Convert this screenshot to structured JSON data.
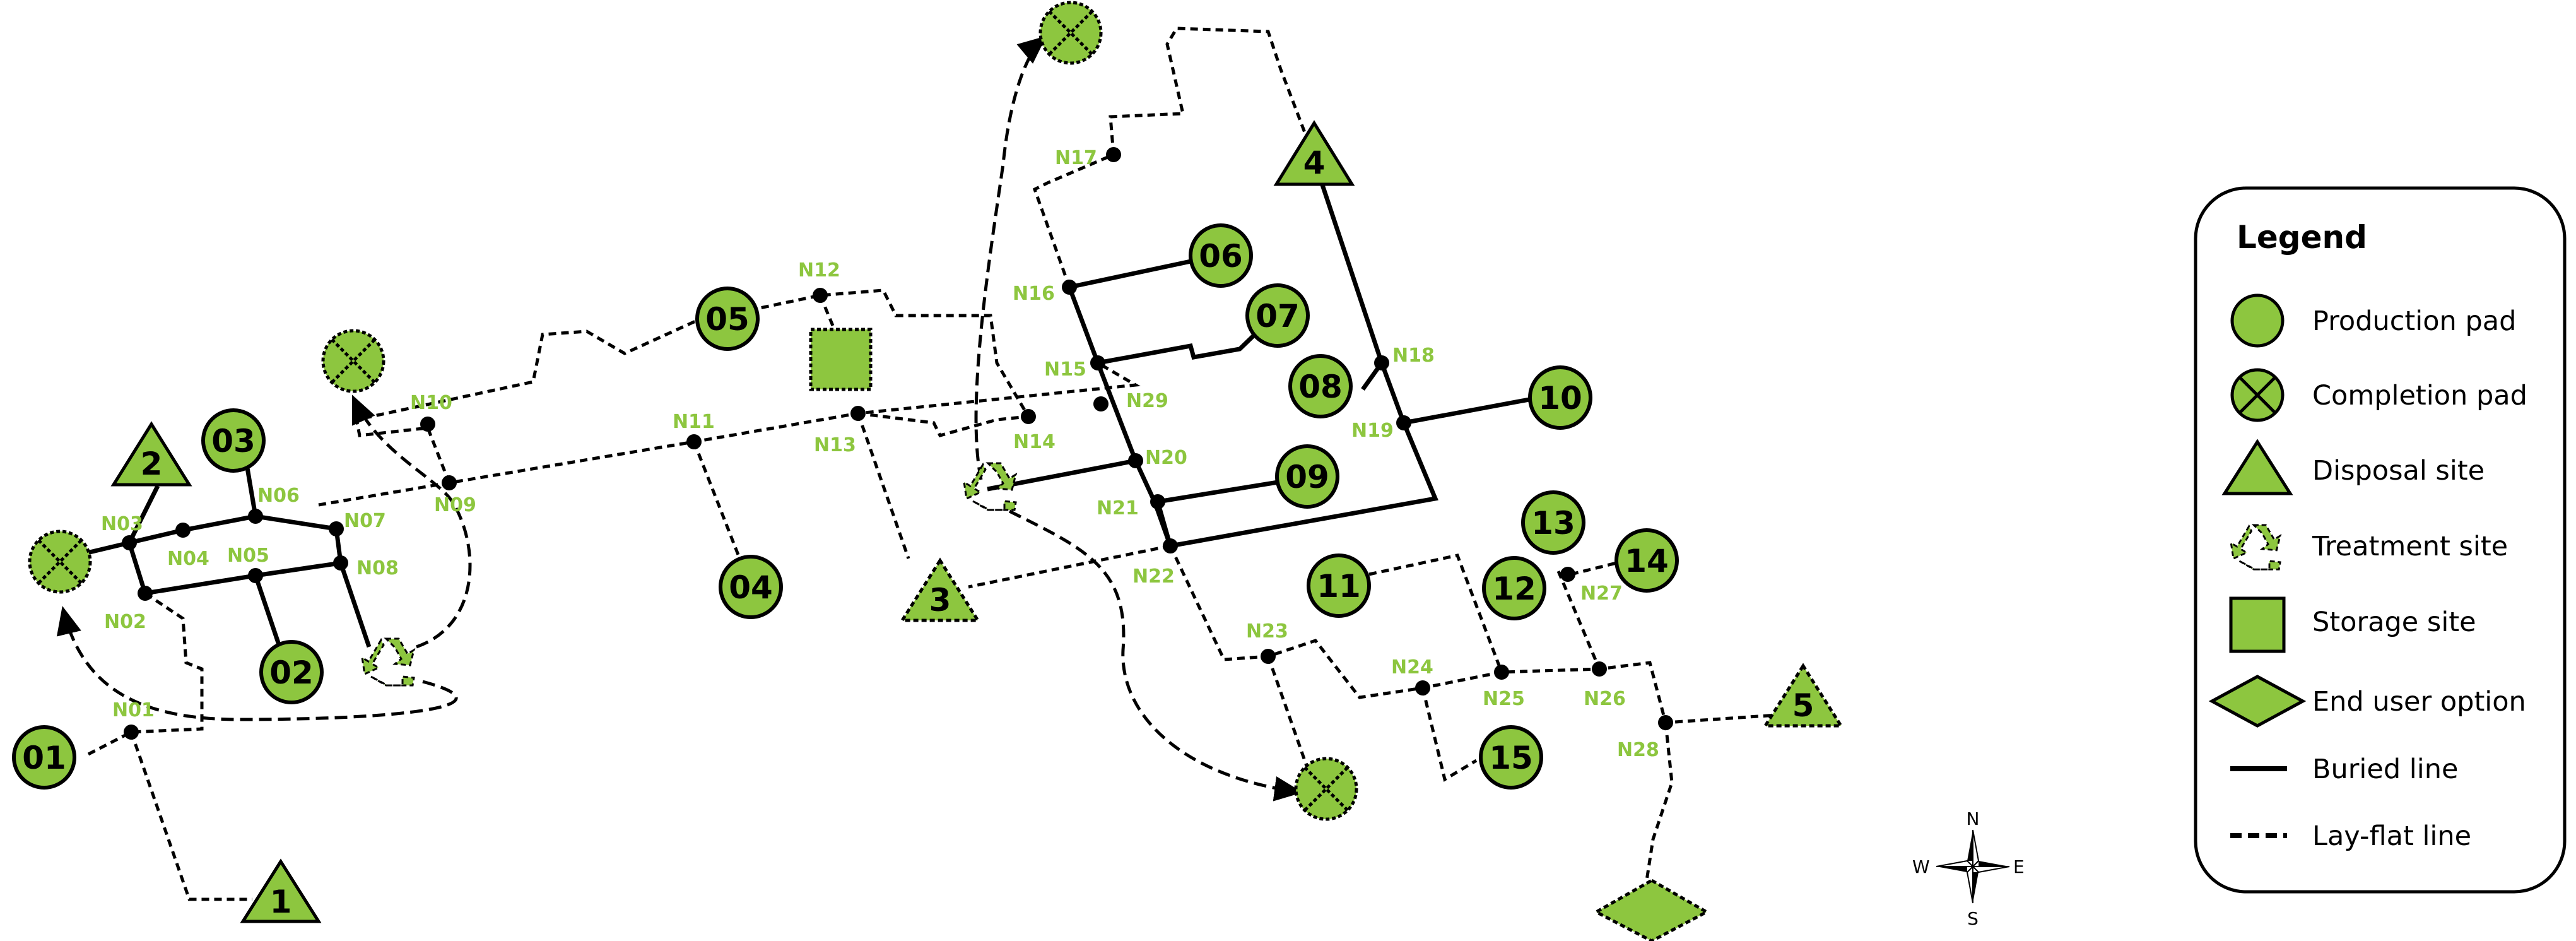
{
  "colors": {
    "fill": "#8dc63f",
    "node_label": "#8dc63f",
    "line": "#000000"
  },
  "nodes": [
    "N01",
    "N02",
    "N03",
    "N04",
    "N05",
    "N06",
    "N07",
    "N08",
    "N09",
    "N10",
    "N11",
    "N12",
    "N13",
    "N14",
    "N15",
    "N16",
    "N17",
    "N18",
    "N19",
    "N20",
    "N21",
    "N22",
    "N23",
    "N24",
    "N25",
    "N26",
    "N27",
    "N28",
    "N29"
  ],
  "production_pads": [
    "01",
    "02",
    "03",
    "04",
    "05",
    "06",
    "07",
    "08",
    "09",
    "10",
    "11",
    "12",
    "13",
    "14",
    "15"
  ],
  "disposal_sites": [
    "1",
    "2",
    "3",
    "4",
    "5"
  ],
  "icons": {
    "completion": "completion-pad-icon",
    "treatment": "recycle-icon",
    "storage": "storage-square-icon",
    "end_user": "diamond-icon"
  },
  "legend": {
    "title": "Legend",
    "items": [
      "Production pad",
      "Completion pad",
      "Disposal site",
      "Treatment site",
      "Storage site",
      "End user option",
      "Buried line",
      "Lay-flat line"
    ]
  },
  "compass": {
    "n": "N",
    "e": "E",
    "s": "S",
    "w": "W"
  }
}
